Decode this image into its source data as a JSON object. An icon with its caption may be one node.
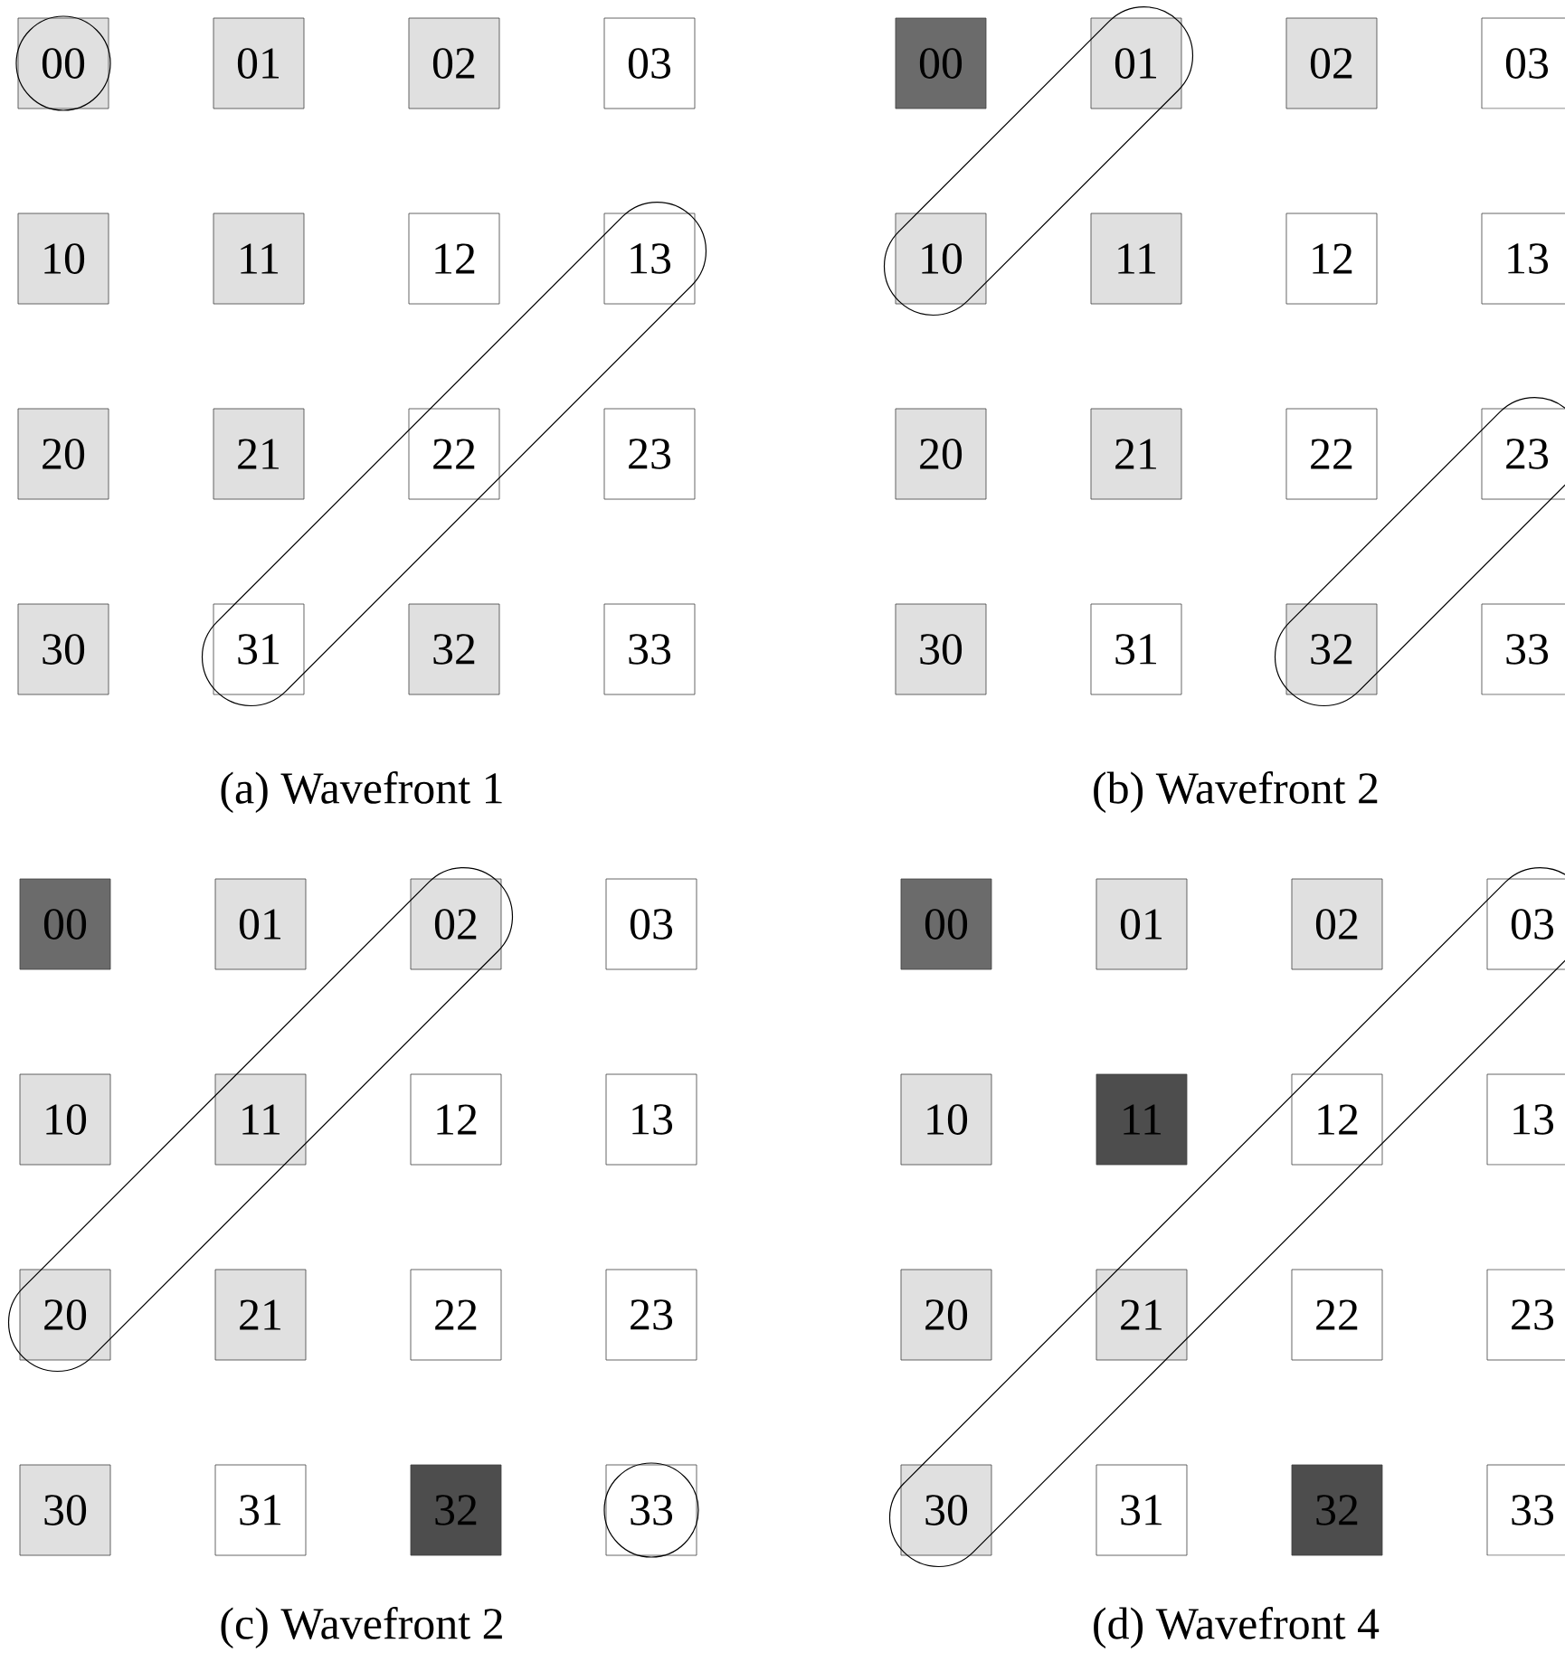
{
  "diagram": {
    "nodes": [
      {
        "text": [
          "00"
        ]
      },
      {
        "text": [
          "01"
        ]
      },
      {
        "text": [
          "02"
        ]
      },
      {
        "text": [
          "03"
        ]
      },
      {
        "text": [
          "10"
        ]
      },
      {
        "text": [
          "11"
        ]
      },
      {
        "text": [
          "12"
        ]
      },
      {
        "text": [
          "13"
        ]
      },
      {
        "text": [
          "20"
        ]
      },
      {
        "text": [
          "21"
        ]
      },
      {
        "text": [
          "22"
        ]
      },
      {
        "text": [
          "23"
        ]
      },
      {
        "text": [
          "30"
        ]
      },
      {
        "text": [
          "31"
        ]
      },
      {
        "text": [
          "32"
        ]
      },
      {
        "text": [
          "33"
        ]
      },
      {
        "text": [
          "00"
        ]
      },
      {
        "text": [
          "01"
        ]
      },
      {
        "text": [
          "02"
        ]
      },
      {
        "text": [
          "03"
        ]
      },
      {
        "text": [
          "10"
        ]
      },
      {
        "text": [
          "11"
        ]
      },
      {
        "text": [
          "12"
        ]
      },
      {
        "text": [
          "13"
        ]
      },
      {
        "text": [
          "20"
        ]
      },
      {
        "text": [
          "21"
        ]
      },
      {
        "text": [
          "22"
        ]
      },
      {
        "text": [
          "23"
        ]
      },
      {
        "text": [
          "30"
        ]
      },
      {
        "text": [
          "31"
        ]
      },
      {
        "text": [
          "32"
        ]
      },
      {
        "text": [
          "33"
        ]
      },
      {
        "text": [
          "00"
        ]
      },
      {
        "text": [
          "01"
        ]
      },
      {
        "text": [
          "02"
        ]
      },
      {
        "text": [
          "03"
        ]
      },
      {
        "text": [
          "10"
        ]
      },
      {
        "text": [
          "11"
        ]
      },
      {
        "text": [
          "12"
        ]
      },
      {
        "text": [
          "13"
        ]
      },
      {
        "text": [
          "20"
        ]
      },
      {
        "text": [
          "21"
        ]
      },
      {
        "text": [
          "22"
        ]
      },
      {
        "text": [
          "23"
        ]
      },
      {
        "text": [
          "30"
        ]
      },
      {
        "text": [
          "31"
        ]
      },
      {
        "text": [
          "32"
        ]
      },
      {
        "text": [
          "33"
        ]
      },
      {
        "text": [
          "00"
        ]
      },
      {
        "text": [
          "01"
        ]
      },
      {
        "text": [
          "02"
        ]
      },
      {
        "text": [
          "03"
        ]
      },
      {
        "text": [
          "10"
        ]
      },
      {
        "text": [
          "11"
        ]
      },
      {
        "text": [
          "12"
        ]
      },
      {
        "text": [
          "13"
        ]
      },
      {
        "text": [
          "20"
        ]
      },
      {
        "text": [
          "21"
        ]
      },
      {
        "text": [
          "22"
        ]
      },
      {
        "text": [
          "23"
        ]
      },
      {
        "text": [
          "30"
        ]
      },
      {
        "text": [
          "31"
        ]
      },
      {
        "text": [
          "32"
        ]
      },
      {
        "text": [
          "33"
        ]
      }
    ],
    "labels": [
      "(a) Wavefront 1",
      "(b) Wavefront 2",
      "(c) Wavefront 2",
      "(d) Wavefront 4"
    ]
  }
}
